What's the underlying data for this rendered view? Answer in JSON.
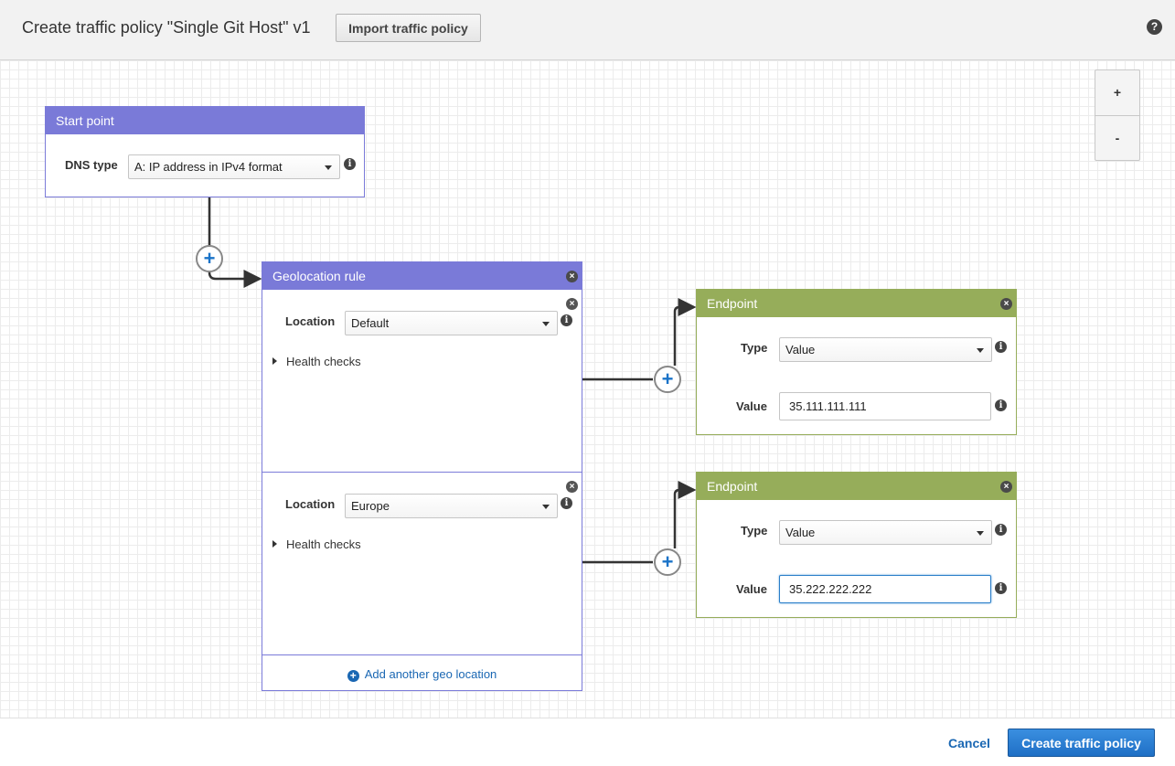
{
  "header": {
    "title": "Create traffic policy \"Single Git Host\" v1",
    "import_label": "Import traffic policy",
    "help_icon": "question-circle-icon"
  },
  "zoom": {
    "in_label": "+",
    "out_label": "-"
  },
  "start_point": {
    "title": "Start point",
    "dns_type_label": "DNS type",
    "dns_type_value": "A: IP address in IPv4 format"
  },
  "geolocation_rule": {
    "title": "Geolocation rule",
    "locations": [
      {
        "location_label": "Location",
        "location_value": "Default",
        "health_checks_label": "Health checks"
      },
      {
        "location_label": "Location",
        "location_value": "Europe",
        "health_checks_label": "Health checks"
      }
    ],
    "add_label": "Add another geo location"
  },
  "endpoints": [
    {
      "title": "Endpoint",
      "type_label": "Type",
      "type_value": "Value",
      "value_label": "Value",
      "value": "35.111.111.111"
    },
    {
      "title": "Endpoint",
      "type_label": "Type",
      "type_value": "Value",
      "value_label": "Value",
      "value": "35.222.222.222"
    }
  ],
  "footer": {
    "cancel_label": "Cancel",
    "create_label": "Create traffic policy"
  },
  "colors": {
    "rule_header": "#7a7ad8",
    "endpoint_header": "#96ad5a",
    "primary_button": "#1f6fc5",
    "link": "#1a67b3"
  }
}
